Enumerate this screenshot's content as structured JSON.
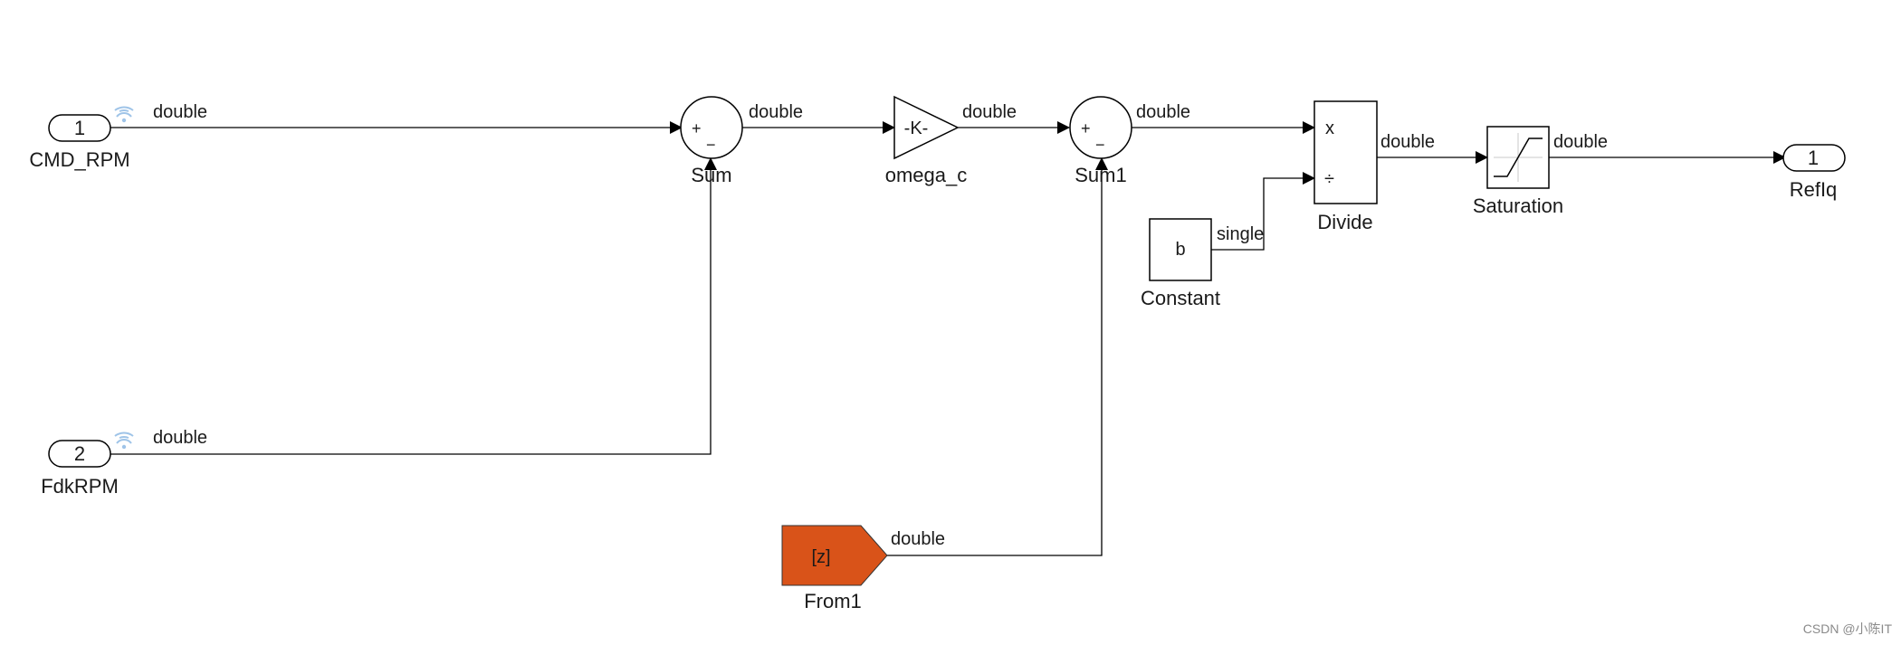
{
  "diagram": {
    "inports": [
      {
        "number": "1",
        "name": "CMD_RPM",
        "signal": "double"
      },
      {
        "number": "2",
        "name": "FdkRPM",
        "signal": "double"
      }
    ],
    "sum_blocks": [
      {
        "name": "Sum",
        "plus": "+",
        "minus": "−",
        "out_signal": "double"
      },
      {
        "name": "Sum1",
        "plus": "+",
        "minus": "−",
        "out_signal": "double"
      }
    ],
    "gain": {
      "name": "omega_c",
      "text": "-K-",
      "out_signal": "double"
    },
    "divide": {
      "name": "Divide",
      "mult_sign": "x",
      "div_sign": "÷",
      "out_signal": "double"
    },
    "constant": {
      "name": "Constant",
      "value": "b",
      "out_signal": "single"
    },
    "saturation": {
      "name": "Saturation",
      "out_signal": "double"
    },
    "from_block": {
      "name": "From1",
      "tag": "[z]",
      "out_signal": "double"
    },
    "outport": {
      "number": "1",
      "name": "RefIq"
    }
  },
  "colors": {
    "line": "#000000",
    "from_fill": "#d95319",
    "wifi_icon": "#9fc4e8"
  },
  "watermark": "CSDN @小陈IT"
}
